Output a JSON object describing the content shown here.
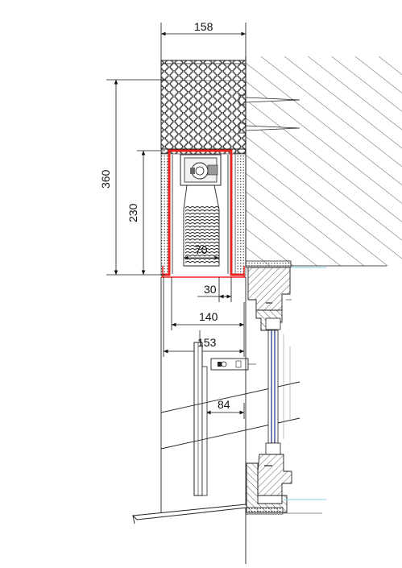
{
  "drawing": {
    "kind": "technical-section",
    "colors": {
      "lines": "#1a1a1a",
      "profile": "#e8231f",
      "glass": "#2a3a8a",
      "sill_line": "#7fd3df"
    },
    "dimensions": {
      "top_width": "158",
      "total_height": "360",
      "box_height": "230",
      "slat_width": "70",
      "guide_offset": "30",
      "box_depth": "140",
      "overall_depth": "153",
      "rail_offset": "84"
    }
  }
}
